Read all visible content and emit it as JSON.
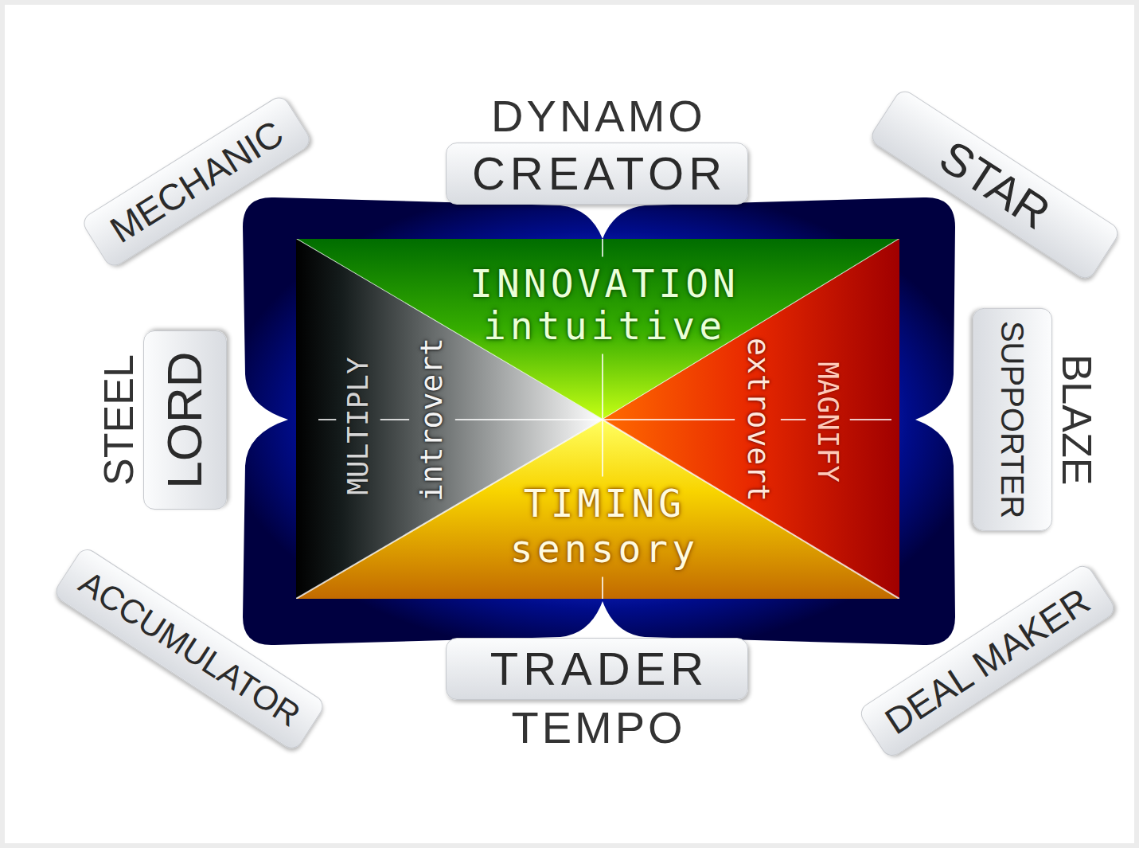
{
  "diagram": {
    "nodes": [
      {
        "text": [
          "MECHANIC"
        ]
      },
      {
        "text": [
          "DYNAMO",
          "CREATOR"
        ]
      },
      {
        "text": [
          "STAR"
        ]
      },
      {
        "text": [
          "INNOVATION",
          "intuitive"
        ]
      },
      {
        "text": [
          "STEEL",
          "LORD"
        ]
      },
      {
        "text": [
          "MULTIPLY",
          "introvert"
        ]
      },
      {
        "text": [
          "MAGNIFY",
          "extrovert"
        ]
      },
      {
        "text": [
          "SUPPORTER",
          "BLAZE"
        ]
      },
      {
        "text": [
          "TIMING",
          "sensory"
        ]
      },
      {
        "text": [
          "ACCUMULATOR"
        ]
      },
      {
        "text": [
          "TRADER",
          "TEMPO"
        ]
      },
      {
        "text": [
          "DEAL MAKER"
        ]
      }
    ]
  }
}
